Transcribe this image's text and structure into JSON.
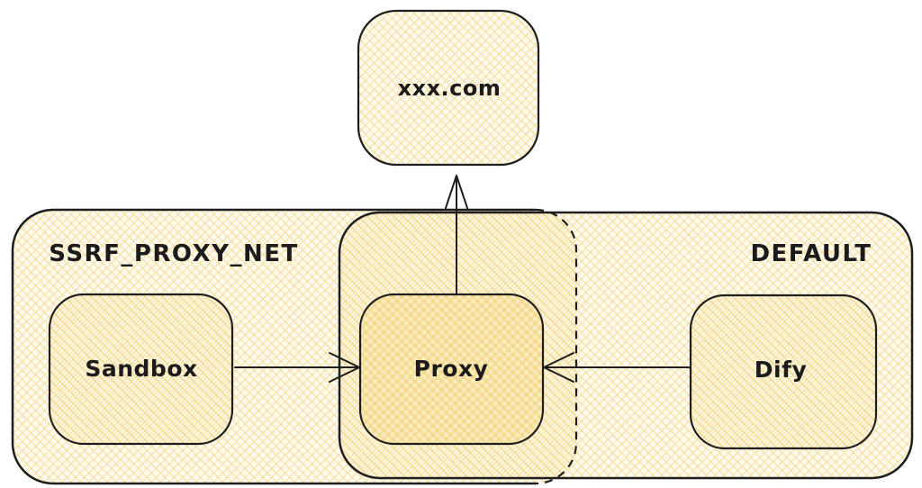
{
  "diagram": {
    "type": "docker-network-topology",
    "external": {
      "label": "xxx.com"
    },
    "networks": [
      {
        "id": "ssrf_proxy_net",
        "label": "SSRF_PROXY_NET"
      },
      {
        "id": "default",
        "label": "DEFAULT"
      }
    ],
    "nodes": [
      {
        "id": "sandbox",
        "label": "Sandbox",
        "networks": [
          "SSRF_PROXY_NET"
        ]
      },
      {
        "id": "proxy",
        "label": "Proxy",
        "networks": [
          "SSRF_PROXY_NET",
          "DEFAULT"
        ]
      },
      {
        "id": "dify",
        "label": "Dify",
        "networks": [
          "DEFAULT"
        ]
      }
    ],
    "edges": [
      {
        "from": "Sandbox",
        "to": "Proxy",
        "style": "arrow"
      },
      {
        "from": "Dify",
        "to": "Proxy",
        "style": "arrow"
      },
      {
        "from": "Proxy",
        "to": "xxx.com",
        "style": "arrow"
      }
    ],
    "colors": {
      "stroke": "#1e1e1e",
      "hatch_line": "#f0cc66",
      "fill_tint": "#fdf3cd",
      "canvas_background": "#ffffff"
    }
  }
}
